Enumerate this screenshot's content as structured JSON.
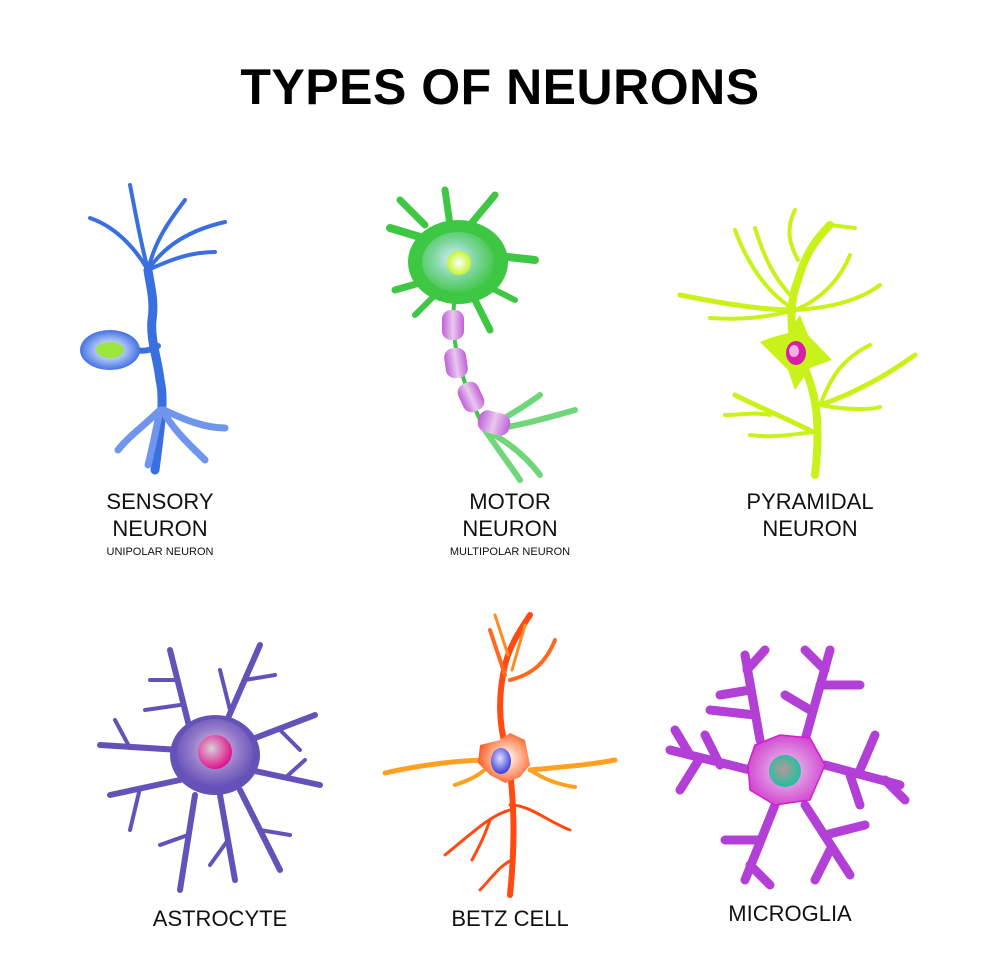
{
  "title": "TYPES OF NEURONS",
  "neurons": [
    {
      "id": "sensory",
      "name_line1": "SENSORY",
      "name_line2": "NEURON",
      "subtitle": "UNIPOLAR NEURON",
      "color": "#3a6fe0",
      "nucleus_color": "#9be63a"
    },
    {
      "id": "motor",
      "name_line1": "MOTOR",
      "name_line2": "NEURON",
      "subtitle": "MULTIPOLAR NEURON",
      "color": "#3ec743",
      "nucleus_color": "#d9ff4a",
      "myelin_color": "#c25fd8"
    },
    {
      "id": "pyramidal",
      "name_line1": "PYRAMIDAL",
      "name_line2": "NEURON",
      "subtitle": "",
      "color": "#c8f21a",
      "nucleus_color": "#d81ea8"
    },
    {
      "id": "astrocyte",
      "name_line1": "ASTROCYTE",
      "name_line2": "",
      "subtitle": "",
      "color": "#6552b8",
      "nucleus_color": "#e0158c"
    },
    {
      "id": "betz",
      "name_line1": "BETZ CELL",
      "name_line2": "",
      "subtitle": "",
      "color": "#ff4a12",
      "nucleus_color": "#3b3fd8"
    },
    {
      "id": "microglia",
      "name_line1": "MICROGLIA",
      "name_line2": "",
      "subtitle": "",
      "color": "#b23fd6",
      "nucleus_color": "#1fc0a0"
    }
  ]
}
